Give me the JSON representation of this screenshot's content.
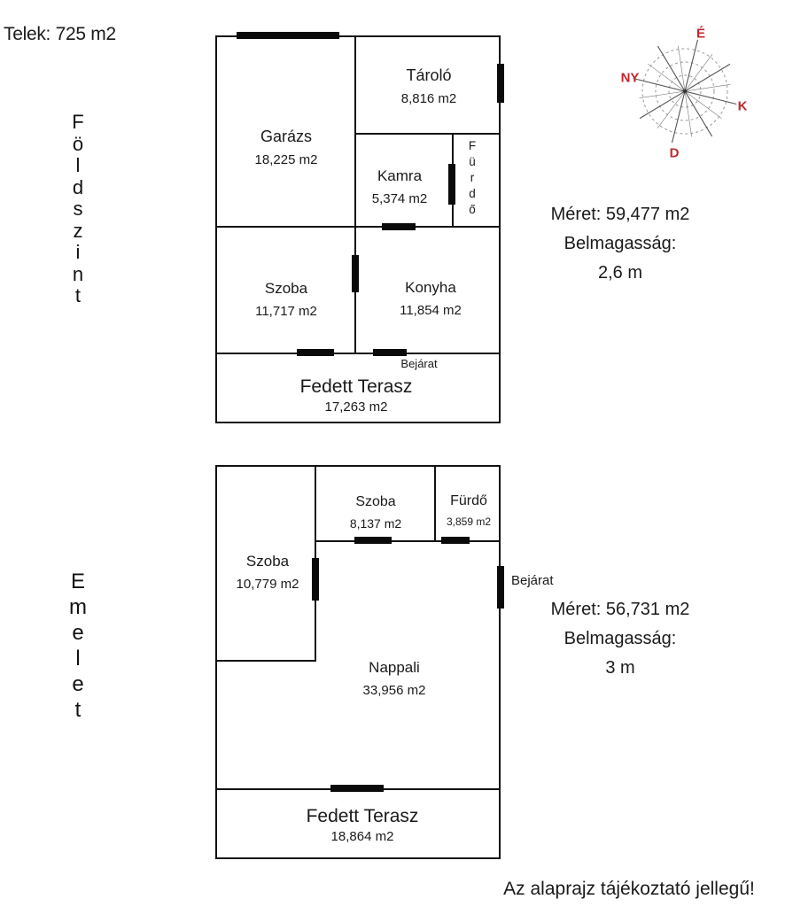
{
  "page": {
    "telek": "Telek: 725 m2",
    "disclaimer": "Az alaprajz tájékoztató jellegű!"
  },
  "compass": {
    "n": "É",
    "w": "NY",
    "e": "K",
    "s": "D",
    "accent_color": "#c1272d"
  },
  "ground": {
    "title": "Földszint",
    "letters": [
      "F",
      "ö",
      "l",
      "d",
      "s",
      "z",
      "i",
      "n",
      "t"
    ],
    "info": {
      "meret": "Méret: 59,477 m2",
      "belmagassag_label": "Belmagasság:",
      "belmagassag_value": "2,6 m"
    },
    "rooms": {
      "garazs": {
        "name": "Garázs",
        "area": "18,225 m2"
      },
      "tarolo": {
        "name": "Tároló",
        "area": "8,816 m2"
      },
      "kamra": {
        "name": "Kamra",
        "area": "5,374 m2"
      },
      "furdo": {
        "name": "Fürdő",
        "letters": [
          "F",
          "ü",
          "r",
          "d",
          "ő"
        ]
      },
      "szoba": {
        "name": "Szoba",
        "area": "11,717 m2"
      },
      "konyha": {
        "name": "Konyha",
        "area": "11,854 m2"
      },
      "terasz": {
        "name": "Fedett Terasz",
        "area": "17,263 m2"
      }
    },
    "bejarat": "Bejárat"
  },
  "upper": {
    "title": "Emelet",
    "letters": [
      "E",
      "m",
      "e",
      "l",
      "e",
      "t"
    ],
    "info": {
      "meret": "Méret: 56,731 m2",
      "belmagassag_label": "Belmagasság:",
      "belmagassag_value": "3 m"
    },
    "rooms": {
      "szoba_top": {
        "name": "Szoba",
        "area": "8,137 m2"
      },
      "furdo": {
        "name": "Fürdő",
        "area": "3,859 m2"
      },
      "szoba_left": {
        "name": "Szoba",
        "area": "10,779 m2"
      },
      "nappali": {
        "name": "Nappali",
        "area": "33,956 m2"
      },
      "terasz": {
        "name": "Fedett Terasz",
        "area": "18,864 m2"
      }
    },
    "bejarat": "Bejárat"
  }
}
